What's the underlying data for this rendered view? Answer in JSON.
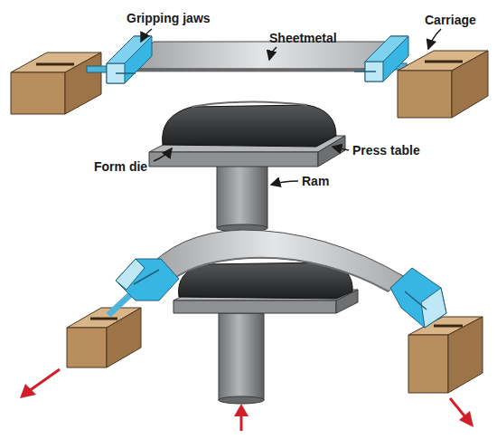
{
  "diagram": {
    "labels": [
      "Gripping jaws",
      "Sheetmetal",
      "Carriage",
      "Form die",
      "Press table",
      "Ram"
    ]
  }
}
